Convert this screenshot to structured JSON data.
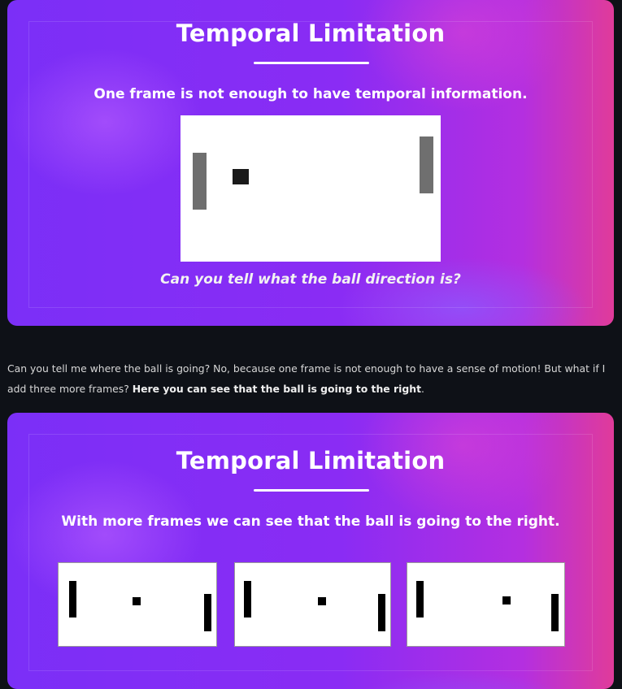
{
  "slide1": {
    "title": "Temporal Limitation",
    "subtitle": "One frame is not enough to have temporal information.",
    "caption": "Can you tell what the ball direction is?"
  },
  "paragraph": {
    "text_start": "Can you tell me where the ball is going? No, because one frame is not enough to have a sense of motion! But what if I add three more frames? ",
    "bold_text": "Here you can see that the ball is going to the right",
    "text_end": "."
  },
  "slide2": {
    "title": "Temporal Limitation",
    "subtitle": "With more frames we can see that the ball is going to the right."
  },
  "colors": {
    "page_background": "#0e1117",
    "slide_gradient_start": "#7b2ff7",
    "slide_gradient_end": "#e03b9a",
    "frame_background": "#ffffff",
    "paddle_gray": "#6f6f6f",
    "ball_dark": "#1a1a1a"
  }
}
